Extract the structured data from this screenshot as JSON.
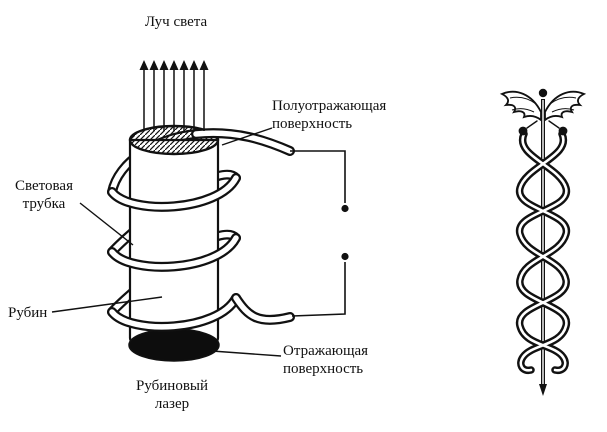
{
  "figure": {
    "labels": {
      "beam": "Луч света",
      "semi_reflecting": {
        "line1": "Полуотражающая",
        "line2": "поверхность"
      },
      "light_tube": {
        "line1": "Световая",
        "line2": "трубка"
      },
      "ruby": "Рубин",
      "reflecting": {
        "line1": "Отражающая",
        "line2": "поверхность"
      }
    },
    "caption": {
      "line1": "Рубиновый",
      "line2": "лазер"
    },
    "icons": {
      "right_illustration": "caduceus-icon"
    },
    "colors": {
      "ink": "#111111",
      "background": "#ffffff"
    }
  }
}
